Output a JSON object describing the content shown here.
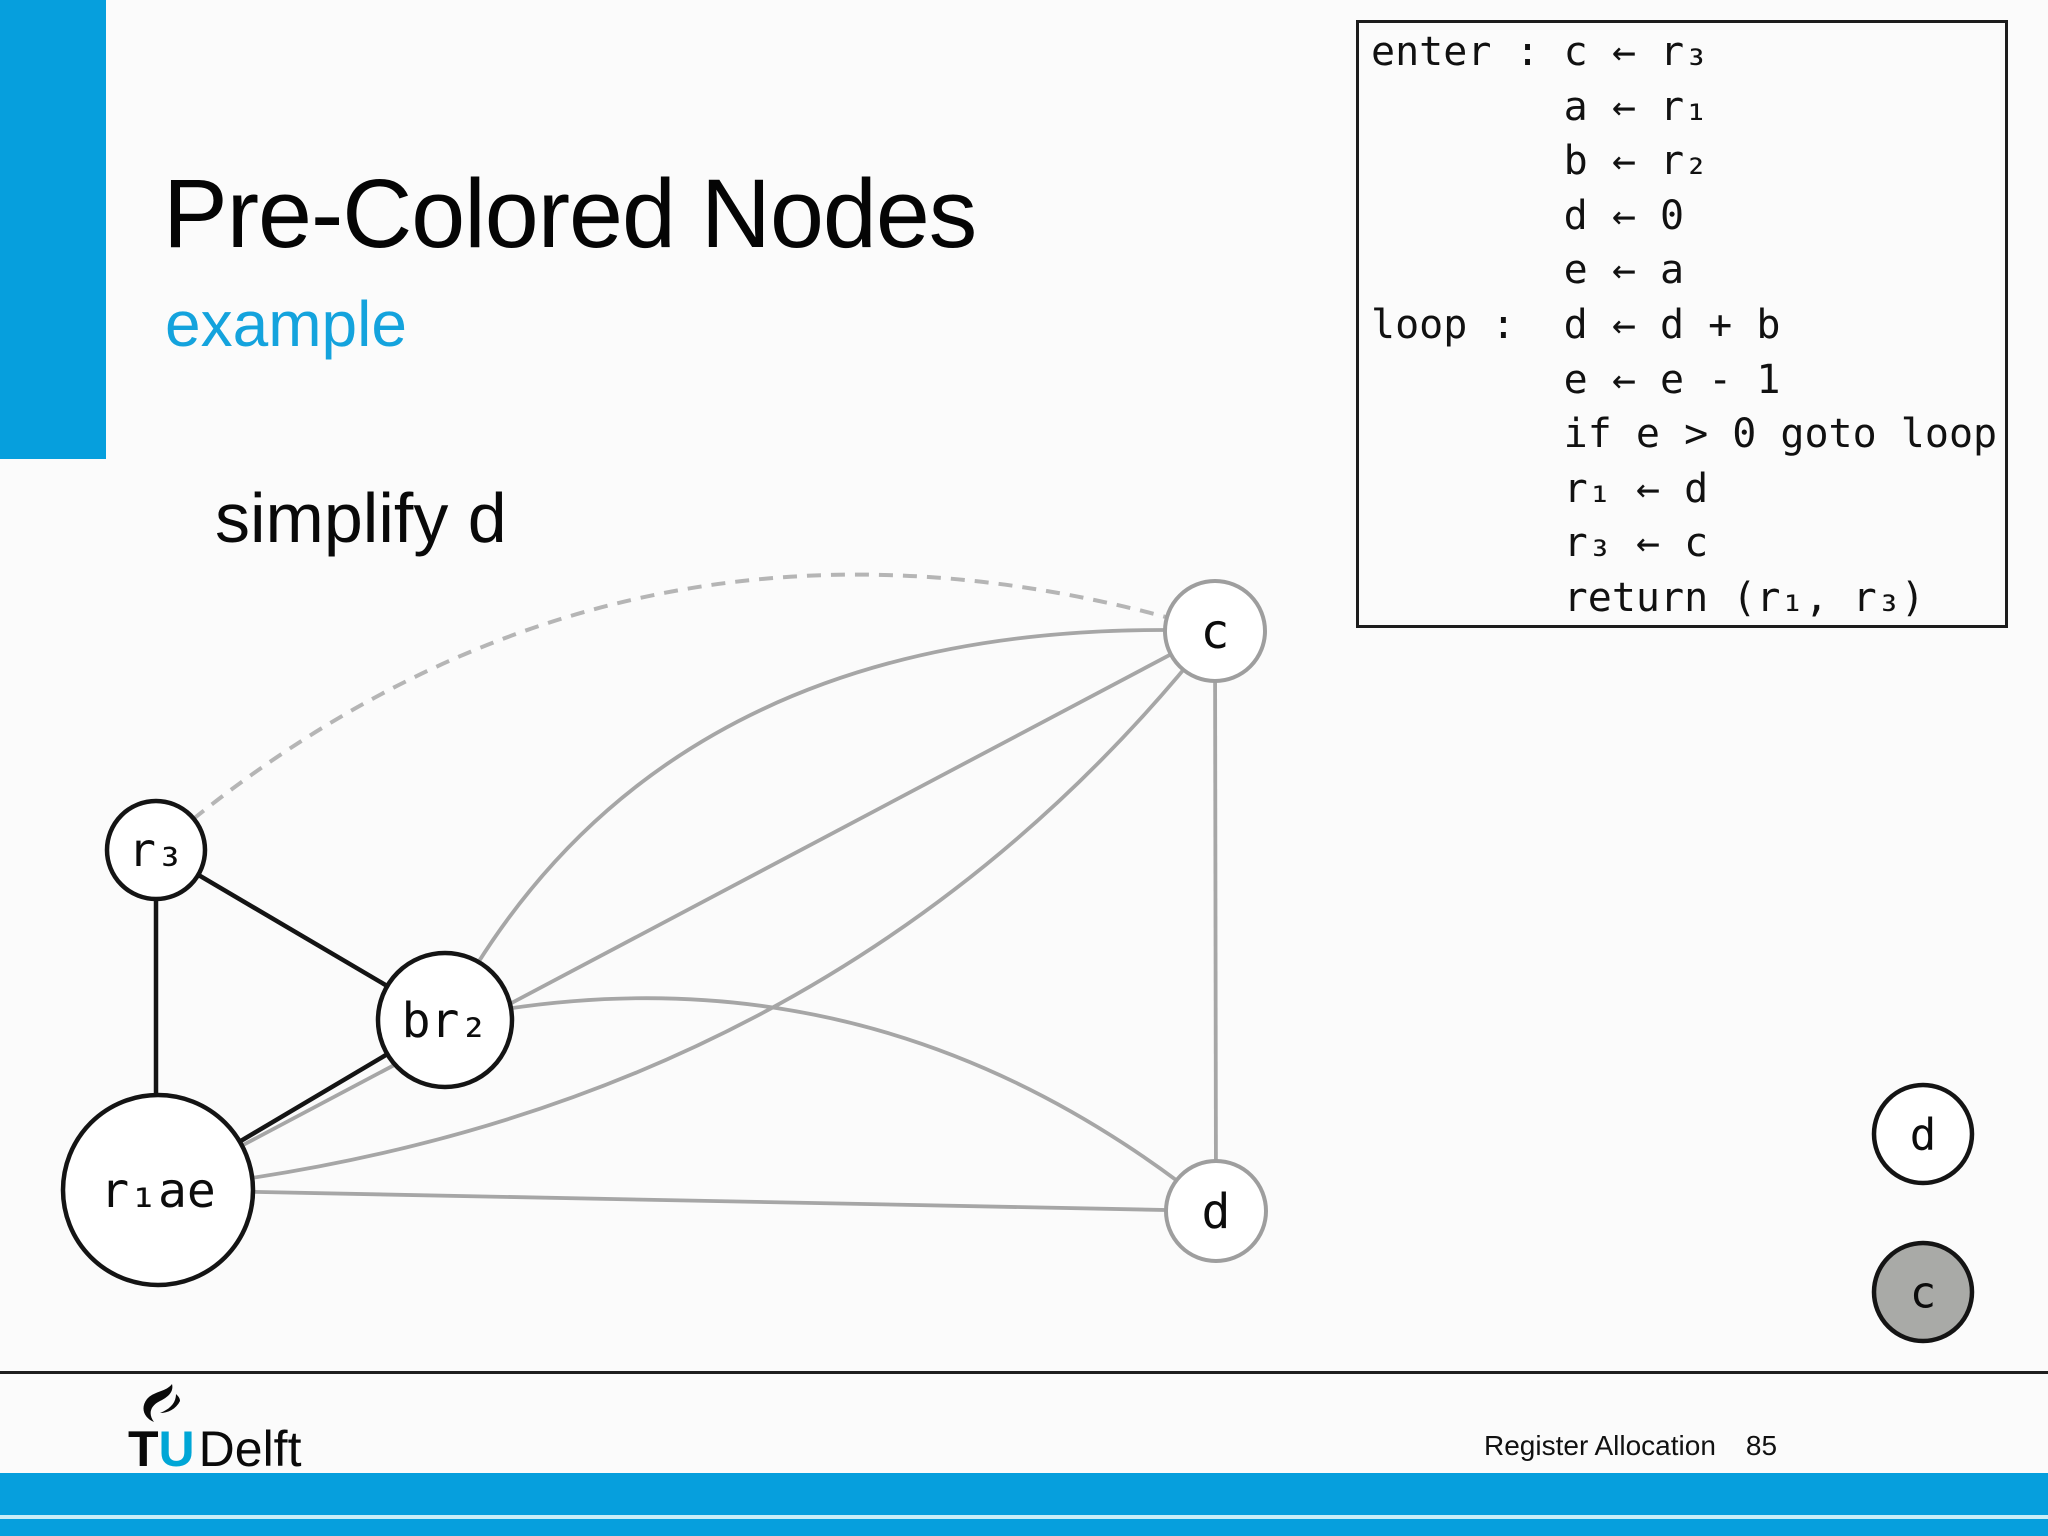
{
  "slide": {
    "title": "Pre-Colored Nodes",
    "subtitle": "example",
    "step_label": "simplify d",
    "accent_color": "#069fdd"
  },
  "code_panel": {
    "lines": [
      "enter : c ← r₃",
      "        a ← r₁",
      "        b ← r₂",
      "        d ← 0",
      "        e ← a",
      "loop :  d ← d + b",
      "        e ← e - 1",
      "        if e > 0 goto loop",
      "        r₁ ← d",
      "        r₃ ← c",
      "        return (r₁, r₃)"
    ]
  },
  "graph": {
    "edge_color": "#a6a6a6",
    "precolored_stroke": "#141414",
    "plain_stroke": "#9e9e9e",
    "nodes": [
      {
        "id": "c",
        "label": "c",
        "precolored": false
      },
      {
        "id": "d",
        "label": "d",
        "precolored": false
      },
      {
        "id": "r3",
        "label": "r₃",
        "precolored": true
      },
      {
        "id": "br2",
        "label": "br₂",
        "precolored": true
      },
      {
        "id": "r1ae",
        "label": "r₁ae",
        "precolored": true
      }
    ],
    "edges": [
      {
        "from": "r3",
        "to": "c",
        "style": "dashed-move"
      },
      {
        "from": "r3",
        "to": "r1ae",
        "style": "solid-black"
      },
      {
        "from": "r3",
        "to": "br2",
        "style": "solid-black"
      },
      {
        "from": "br2",
        "to": "r1ae",
        "style": "solid-black"
      },
      {
        "from": "c",
        "to": "br2",
        "style": "solid-gray-arc"
      },
      {
        "from": "r1ae",
        "to": "c",
        "style": "solid-gray"
      },
      {
        "from": "c",
        "to": "r1ae",
        "style": "solid-gray-arc"
      },
      {
        "from": "c",
        "to": "d",
        "style": "solid-gray"
      },
      {
        "from": "br2",
        "to": "d",
        "style": "solid-gray-arc"
      },
      {
        "from": "r1ae",
        "to": "d",
        "style": "solid-gray"
      }
    ],
    "removed_stack": [
      {
        "label": "d",
        "fill": "#ffffff"
      },
      {
        "label": "c",
        "fill": "#a9aaa7"
      }
    ]
  },
  "footer": {
    "logo_t": "T",
    "logo_u": "U",
    "logo_delft": "Delft",
    "course": "Register Allocation",
    "page": "85",
    "bar_color": "#069fdd"
  }
}
